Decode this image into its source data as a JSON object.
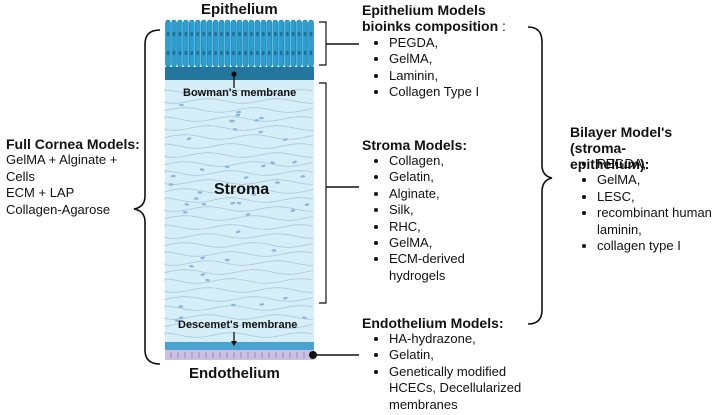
{
  "layers": {
    "epithelium": "Epithelium",
    "bowman": "Bowman's membrane",
    "stroma": "Stroma",
    "descemet": "Descemet's membrane",
    "endothelium": "Endothelium"
  },
  "full_cornea": {
    "title": "Full Cornea Models:",
    "lines": [
      "GelMA + Alginate +",
      "Cells",
      "ECM + LAP",
      "Collagen-Agarose"
    ]
  },
  "epithelium_models": {
    "title_line1": "Epithelium Models",
    "title_line2": "bioinks composition",
    "title_suffix": " :",
    "items": [
      "PEGDA,",
      "GelMA,",
      "Laminin,",
      "Collagen Type I"
    ]
  },
  "stroma_models": {
    "title": "Stroma Models:",
    "items": [
      "Collagen,",
      "Gelatin,",
      "Alginate,",
      "Silk,",
      "RHC,",
      "GelMA,",
      "ECM-derived",
      "hydrogels"
    ]
  },
  "endothelium_models": {
    "title": "Endothelium Models:",
    "items": [
      "HA-hydrazone,",
      "Gelatin,",
      "Genetically modified",
      "HCECs, Decellularized",
      "membranes"
    ]
  },
  "bilayer": {
    "title_line1": "Bilayer Model's (stroma-",
    "title_line2": "epithelium):",
    "items": [
      "PEGDA,",
      "GelMA,",
      "LESC,",
      "recombinant human",
      "laminin,",
      "collagen type I"
    ]
  },
  "colors": {
    "epithelium_cells": "#2a9fd0",
    "basal_band": "#23779f",
    "stroma": "#d6eef8",
    "stroma_fibers": "#a9c8de",
    "keratocytes": "#8fb4dc",
    "descemet": "#4aa3cf",
    "endothelium_cells": "#cbbfe2",
    "lines": "#111111"
  }
}
